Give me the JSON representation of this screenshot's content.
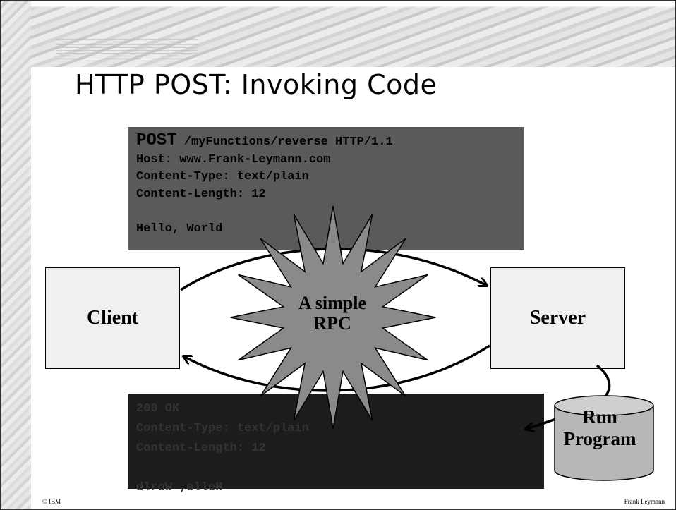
{
  "slide": {
    "title": "HTTP POST: Invoking Code",
    "footer_left": "© IBM",
    "footer_right": "Frank Leymann"
  },
  "request": {
    "method": "POST",
    "request_line_rest": " /myFunctions/reverse HTTP/1.1",
    "headers": [
      "Host: www.Frank-Leymann.com",
      "Content-Type: text/plain",
      "Content-Length: 12"
    ],
    "body": "Hello, World"
  },
  "response": {
    "lines": [
      "200 OK",
      "Content-Type: text/plain",
      "Content-Length: 12"
    ],
    "body": "dlroW ,olleH"
  },
  "nodes": {
    "client": "Client",
    "server": "Server"
  },
  "star": {
    "line1": "A simple",
    "line2": "RPC"
  },
  "program": {
    "line1": "Run",
    "line2": "Program"
  },
  "colors": {
    "request_box": "#5a5a5a",
    "response_box": "#1c1c1c",
    "star_fill": "#8a8a8a",
    "node_fill": "#f0f0f0",
    "cylinder_fill": "#b8b8b8"
  }
}
